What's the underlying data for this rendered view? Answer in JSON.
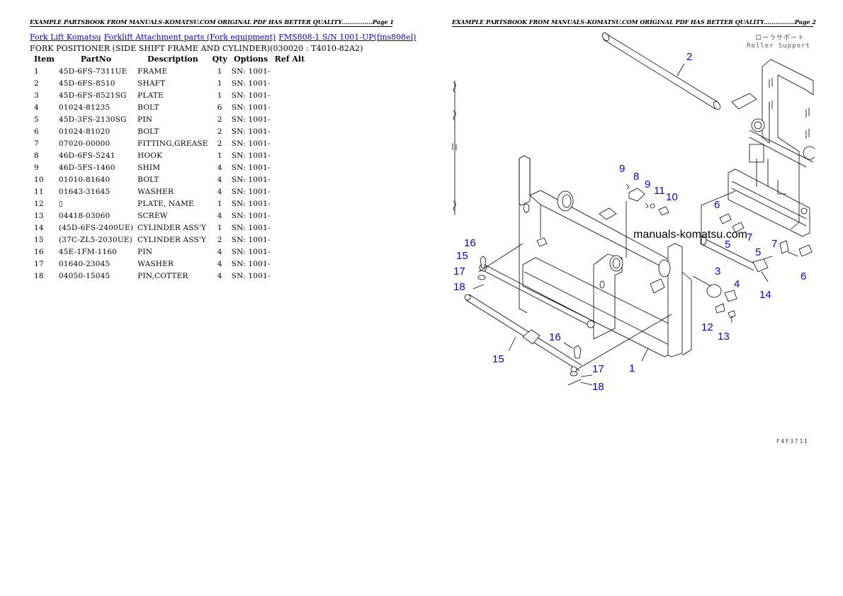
{
  "pages": [
    {
      "header": "EXAMPLE PARTSBOOK FROM MANUALS-KOMATSU.COM ORIGINAL PDF HAS BETTER QUALITY................Page 1"
    },
    {
      "header": "EXAMPLE PARTSBOOK FROM MANUALS-KOMATSU.COM ORIGINAL PDF HAS BETTER QUALITY................Page 2"
    }
  ],
  "breadcrumbs": [
    {
      "label": "Fork Lift Komatsu"
    },
    {
      "label": "Forklift Attachment parts (Fork equipment)"
    },
    {
      "label": "FMS808-1 S/N 1001-UP(fms808el)"
    }
  ],
  "subtitle": "FORK POSITIONER (SIDE SHIFT FRAME AND CYLINDER)(030020 : T4010-82A2)",
  "table": {
    "headers": {
      "item": "Item",
      "partno": "PartNo",
      "description": "Description",
      "qty": "Qty",
      "options": "Options",
      "refalt": "Ref Alt"
    },
    "rows": [
      {
        "item": "1",
        "partno": "45D-6FS-7311UE",
        "description": "FRAME",
        "qty": "1",
        "options": "SN: 1001-",
        "refalt": ""
      },
      {
        "item": "2",
        "partno": "45D-6FS-8510",
        "description": "SHAFT",
        "qty": "1",
        "options": "SN: 1001-",
        "refalt": ""
      },
      {
        "item": "3",
        "partno": "45D-6FS-8521SG",
        "description": "PLATE",
        "qty": "1",
        "options": "SN: 1001-",
        "refalt": ""
      },
      {
        "item": "4",
        "partno": "01024-81235",
        "description": "BOLT",
        "qty": "6",
        "options": "SN: 1001-",
        "refalt": ""
      },
      {
        "item": "5",
        "partno": "45D-3FS-2130SG",
        "description": "PIN",
        "qty": "2",
        "options": "SN: 1001-",
        "refalt": ""
      },
      {
        "item": "6",
        "partno": "01024-81020",
        "description": "BOLT",
        "qty": "2",
        "options": "SN: 1001-",
        "refalt": ""
      },
      {
        "item": "7",
        "partno": "07020-00000",
        "description": "FITTING,GREASE",
        "qty": "2",
        "options": "SN: 1001-",
        "refalt": ""
      },
      {
        "item": "8",
        "partno": "46D-6FS-5241",
        "description": "HOOK",
        "qty": "1",
        "options": "SN: 1001-",
        "refalt": ""
      },
      {
        "item": "9",
        "partno": "46D-5FS-1460",
        "description": "SHIM",
        "qty": "4",
        "options": "SN: 1001-",
        "refalt": ""
      },
      {
        "item": "10",
        "partno": "01010-81640",
        "description": "BOLT",
        "qty": "4",
        "options": "SN: 1001-",
        "refalt": ""
      },
      {
        "item": "11",
        "partno": "01643-31645",
        "description": "WASHER",
        "qty": "4",
        "options": "SN: 1001-",
        "refalt": ""
      },
      {
        "item": "12",
        "partno": "▯",
        "description": "PLATE, NAME",
        "qty": "1",
        "options": "SN: 1001-",
        "refalt": ""
      },
      {
        "item": "13",
        "partno": "04418-03060",
        "description": "SCREW",
        "qty": "4",
        "options": "SN: 1001-",
        "refalt": ""
      },
      {
        "item": "14",
        "partno": "(45D-6FS-2400UE)",
        "description": "CYLINDER ASS'Y",
        "qty": "1",
        "options": "SN: 1001-",
        "refalt": ""
      },
      {
        "item": "15",
        "partno": "(37C-ZL5-2030UE)",
        "description": "CYLINDER ASS'Y",
        "qty": "2",
        "options": "SN: 1001-",
        "refalt": ""
      },
      {
        "item": "16",
        "partno": "45E-1FM-1160",
        "description": "PIN",
        "qty": "4",
        "options": "SN: 1001-",
        "refalt": ""
      },
      {
        "item": "17",
        "partno": "01640-23045",
        "description": "WASHER",
        "qty": "4",
        "options": "SN: 1001-",
        "refalt": ""
      },
      {
        "item": "18",
        "partno": "04050-15045",
        "description": "PIN,COTTER",
        "qty": "4",
        "options": "SN: 1001-",
        "refalt": ""
      }
    ]
  },
  "diagram": {
    "roller_label_jp": "ローラサポート",
    "roller_label_en": "Roller Support",
    "watermark": "manuals-komatsu.com",
    "figure_code": "F4F3711",
    "callout_color": "#0000ff",
    "callouts": [
      {
        "n": "1"
      },
      {
        "n": "2"
      },
      {
        "n": "3"
      },
      {
        "n": "4"
      },
      {
        "n": "5"
      },
      {
        "n": "5"
      },
      {
        "n": "6"
      },
      {
        "n": "6"
      },
      {
        "n": "7"
      },
      {
        "n": "7"
      },
      {
        "n": "8"
      },
      {
        "n": "9"
      },
      {
        "n": "9"
      },
      {
        "n": "10"
      },
      {
        "n": "11"
      },
      {
        "n": "12"
      },
      {
        "n": "13"
      },
      {
        "n": "14"
      },
      {
        "n": "15"
      },
      {
        "n": "15"
      },
      {
        "n": "16"
      },
      {
        "n": "16"
      },
      {
        "n": "17"
      },
      {
        "n": "17"
      },
      {
        "n": "18"
      },
      {
        "n": "18"
      }
    ]
  }
}
